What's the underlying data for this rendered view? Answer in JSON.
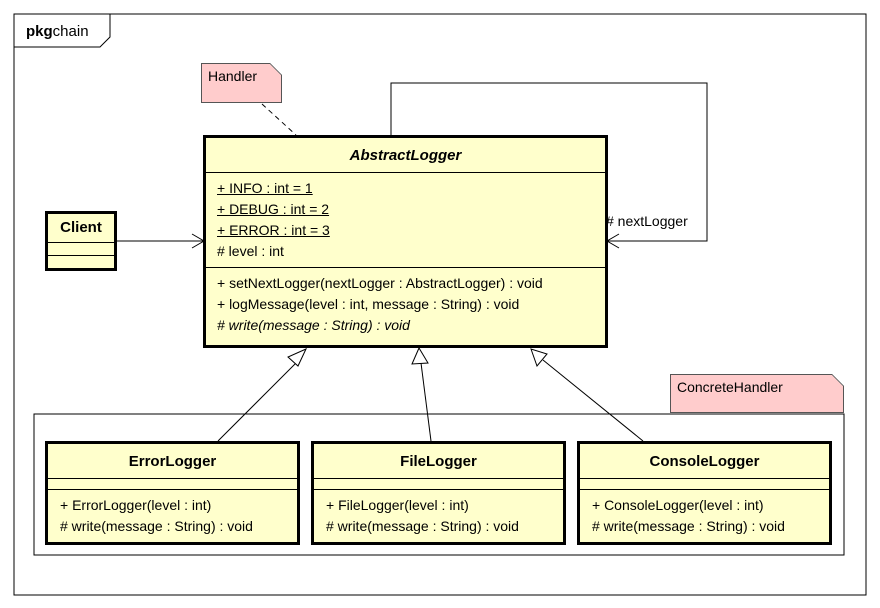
{
  "frame": {
    "keyword": "pkg",
    "name": "chain"
  },
  "notes": {
    "handler": "Handler",
    "concrete_handler": "ConcreteHandler"
  },
  "client": {
    "name": "Client"
  },
  "abstract_logger": {
    "name": "AbstractLogger",
    "attributes": [
      "+ INFO : int = 1",
      "+ DEBUG : int = 2",
      "+ ERROR : int = 3",
      "# level : int"
    ],
    "operations": [
      "+ setNextLogger(nextLogger : AbstractLogger) : void",
      "+ logMessage(level : int, message : String) : void",
      "# write(message : String) : void"
    ]
  },
  "association": {
    "role": "# nextLogger"
  },
  "subclasses": [
    {
      "name": "ErrorLogger",
      "operations": [
        "+ ErrorLogger(level : int)",
        "# write(message : String) : void"
      ]
    },
    {
      "name": "FileLogger",
      "operations": [
        "+ FileLogger(level : int)",
        "# write(message : String) : void"
      ]
    },
    {
      "name": "ConsoleLogger",
      "operations": [
        "+ ConsoleLogger(level : int)",
        "# write(message : String) : void"
      ]
    }
  ]
}
